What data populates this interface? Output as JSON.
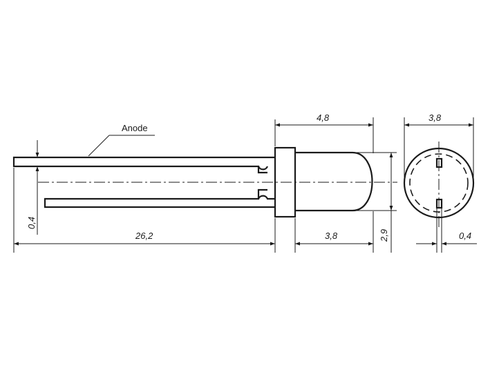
{
  "labels": {
    "anode": "Anode"
  },
  "dimensions": {
    "lens_length": "4,8",
    "body_diameter": "3,8",
    "lead_thickness": "0,4",
    "lead_length": "26,2",
    "lens_offset": "3,8",
    "lens_height": "2,9",
    "lead_end_width": "0,4"
  },
  "colors": {
    "stroke": "#1a1a1a",
    "background": "#ffffff"
  }
}
